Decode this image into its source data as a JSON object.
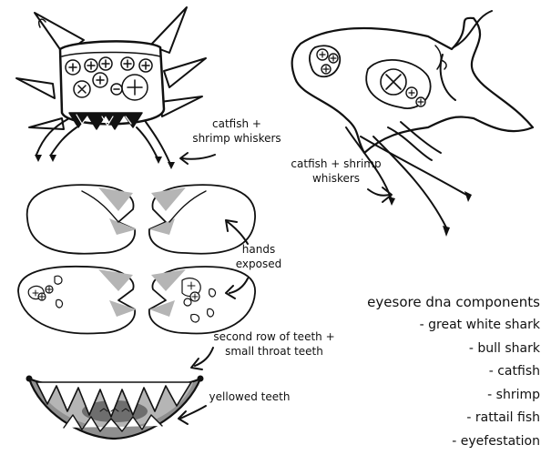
{
  "annotations": {
    "whiskers_left": [
      "catfish +",
      "shrimp whiskers"
    ],
    "whiskers_right": [
      "catfish + shrimp",
      "whiskers"
    ],
    "hands": [
      "hands",
      "exposed"
    ],
    "teeth_rows": [
      "second row of teeth +",
      "small throat teeth"
    ],
    "yellowed": "yellowed teeth"
  },
  "dna": {
    "title": "eyesore dna components",
    "items": [
      "- great white shark",
      "- bull shark",
      "- catfish",
      "- shrimp",
      "- rattail fish",
      "- eyefestation"
    ]
  },
  "colors": {
    "ink": "#111111",
    "shading": "#b5b5b5",
    "mouth_inner": "#8f8f8f",
    "tongue": "#6e6e6e",
    "paper": "#ffffff"
  }
}
